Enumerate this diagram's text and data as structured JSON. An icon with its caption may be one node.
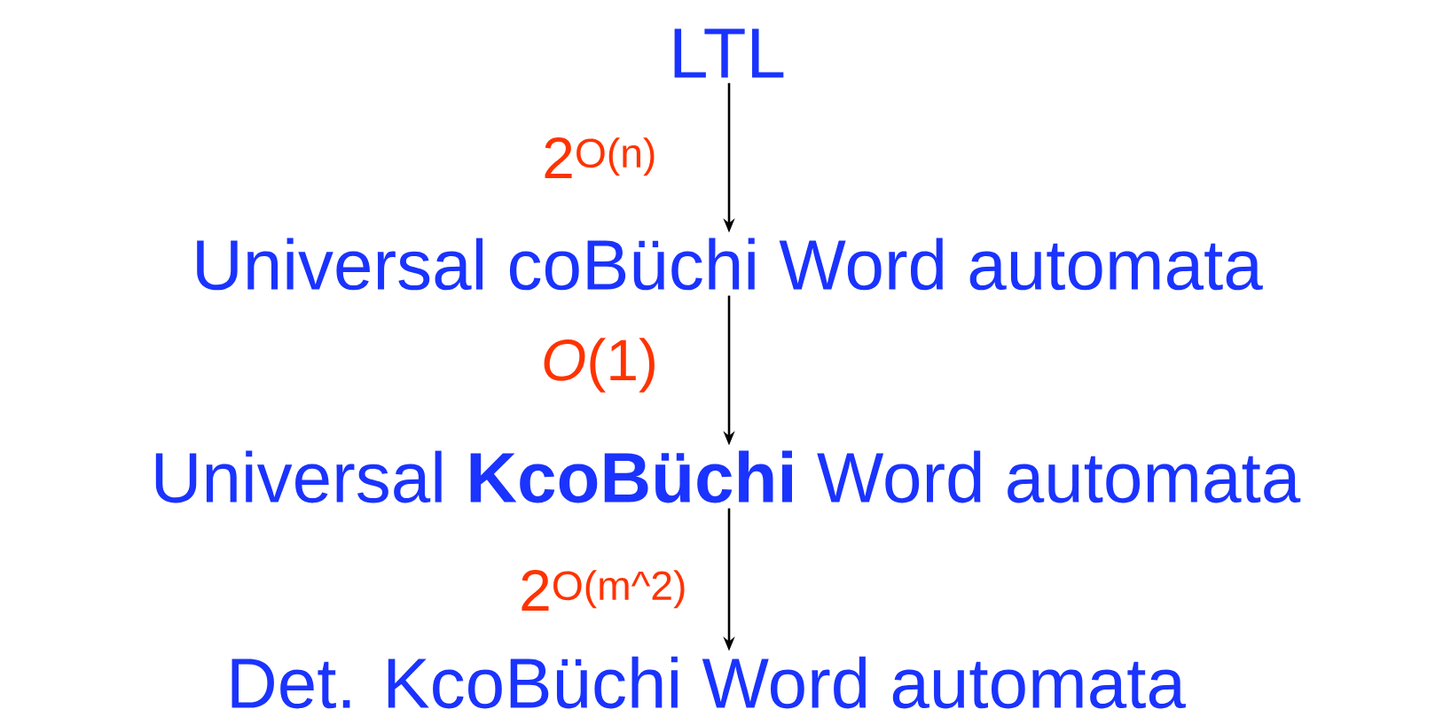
{
  "diagram": {
    "nodes": [
      {
        "text": [
          "LTL"
        ]
      },
      {
        "text": [
          "Universal coBüchi Word automata"
        ]
      },
      {
        "text": [
          "Universal **KcoBüchi** Word automata"
        ]
      },
      {
        "text": [
          "Det. KcoBüchi Word automata"
        ]
      }
    ],
    "edges": [
      {
        "from": 0,
        "to": 1,
        "arrow": "to",
        "label": "2$^{O(n)}$"
      },
      {
        "from": 1,
        "to": 2,
        "arrow": "to",
        "label": "*O*(1)"
      },
      {
        "from": 2,
        "to": 3,
        "arrow": "to",
        "label": "2$^{O(m^2)}$"
      }
    ]
  }
}
